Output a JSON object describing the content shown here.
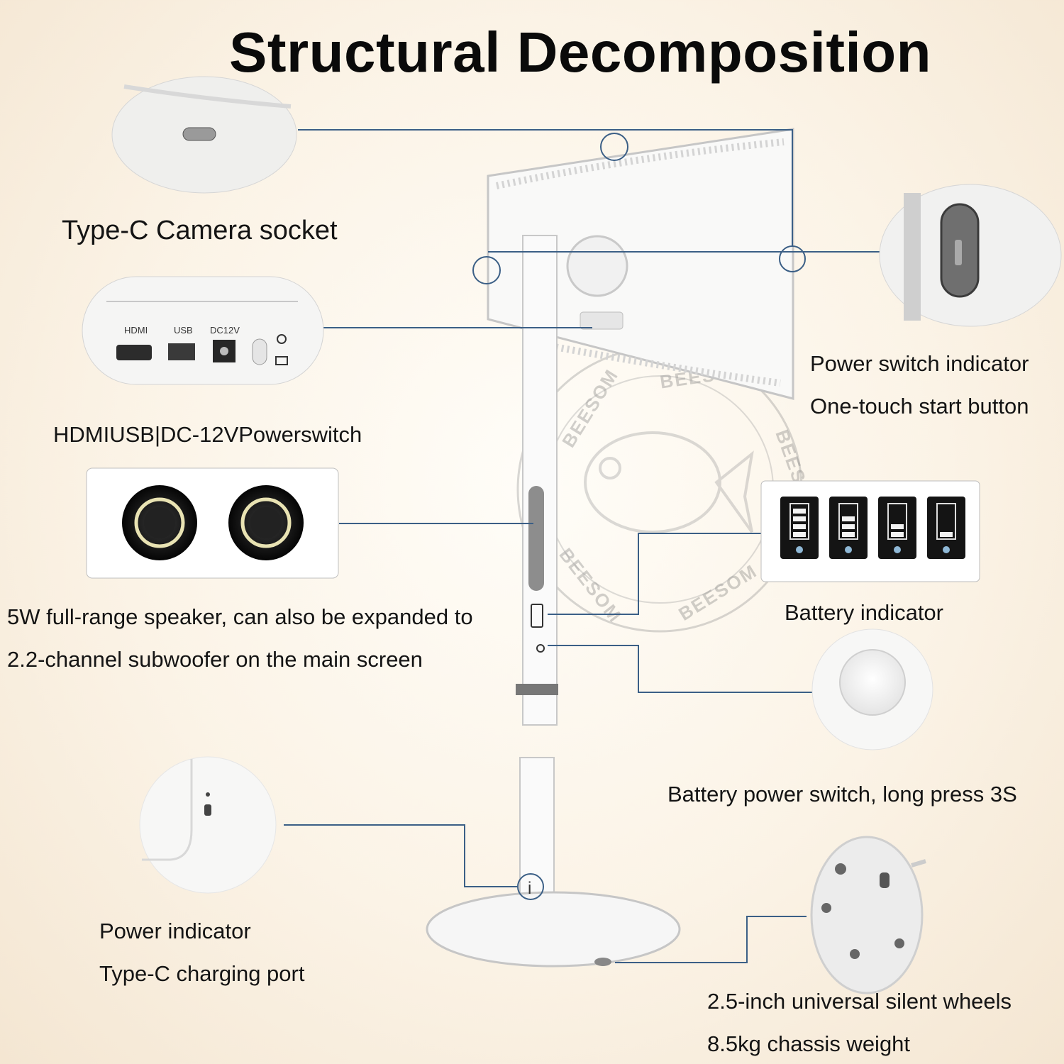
{
  "title": "Structural Decomposition",
  "watermark": "BEESOM",
  "labels": {
    "camera_socket": "Type-C Camera socket",
    "ports": "HDMIUSB|DC-12VPowerswitch",
    "power_switch_line1": "Power switch indicator",
    "power_switch_line2": "One-touch start button",
    "speaker_line1": "5W full-range speaker, can also be expanded to",
    "speaker_line2": "2.2-channel subwoofer on the main screen",
    "battery_indicator": "Battery indicator",
    "battery_switch": "Battery power switch, long press 3S",
    "power_indicator_line1": "Power indicator",
    "power_indicator_line2": "Type-C charging port",
    "wheels_line1": "2.5-inch universal silent wheels",
    "wheels_line2": "8.5kg chassis weight"
  },
  "ports_panel": {
    "hdmi": "HDMI",
    "usb": "USB",
    "dc": "DC12V"
  },
  "colors": {
    "leader_line": "#3b5f86",
    "product_white": "#f7f7f6",
    "outline": "#bfbfbf"
  },
  "icons": {
    "battery_levels": [
      4,
      3,
      2,
      1
    ]
  }
}
